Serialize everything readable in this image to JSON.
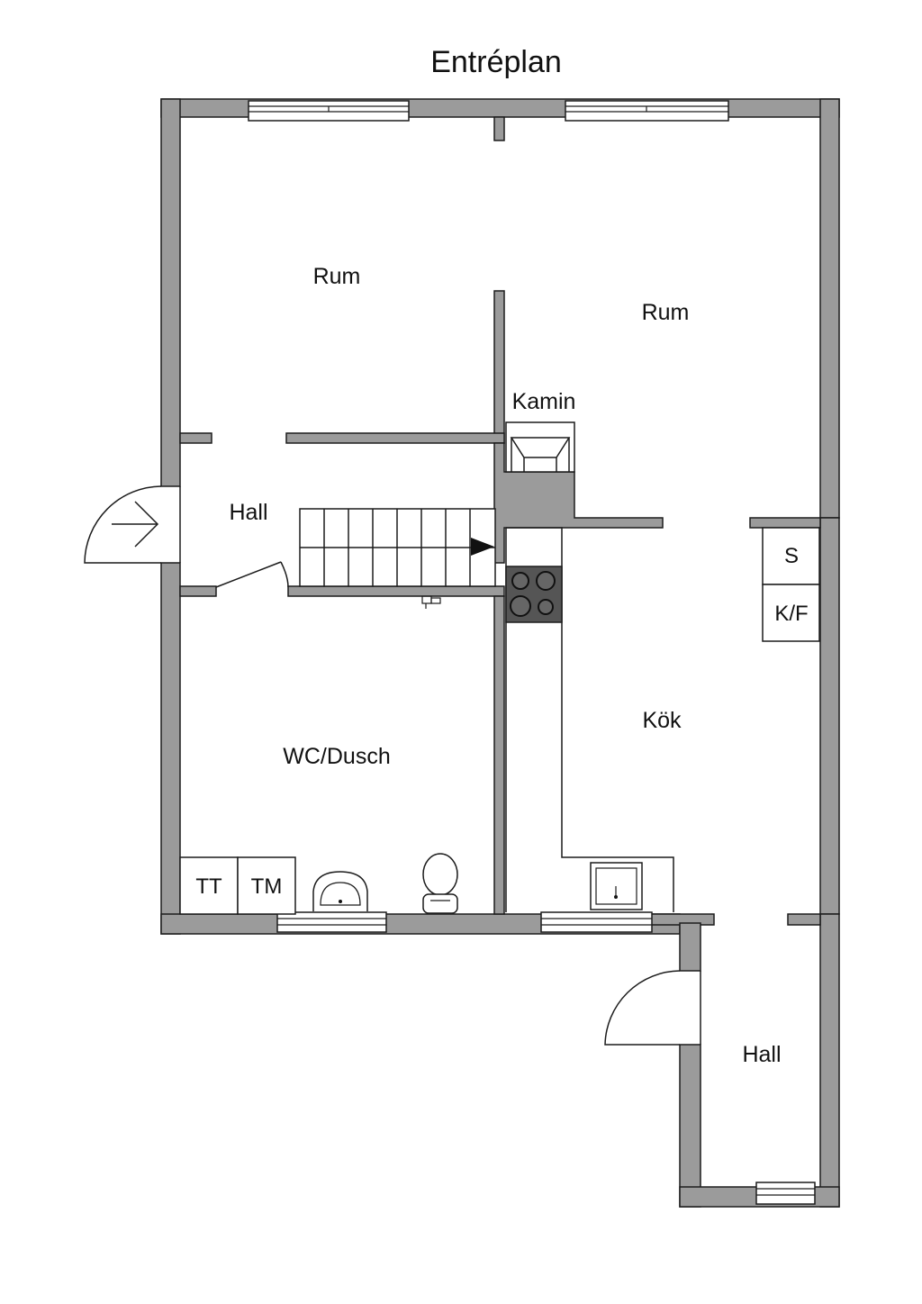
{
  "title": "Entréplan",
  "rooms": {
    "rum_left": "Rum",
    "rum_right": "Rum",
    "kamin": "Kamin",
    "hall_left": "Hall",
    "wc": "WC/Dusch",
    "kok": "Kök",
    "hall_right": "Hall"
  },
  "fixtures": {
    "s": "S",
    "kf": "K/F",
    "tt": "TT",
    "tm": "TM"
  },
  "colors": {
    "wall": "#9b9b9b",
    "line": "#1c1c1c",
    "background": "#ffffff"
  }
}
